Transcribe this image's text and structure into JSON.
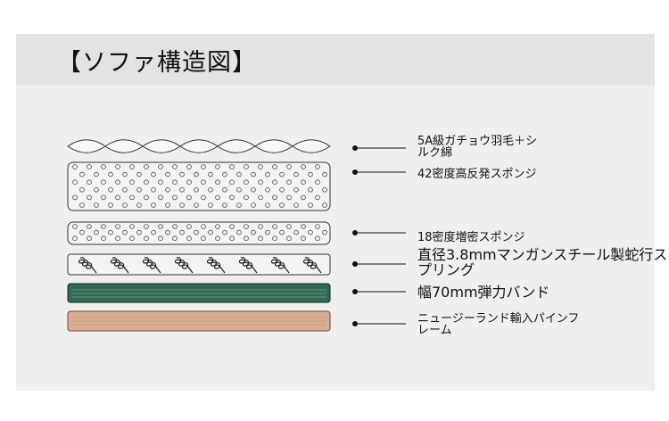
{
  "title": "【ソファ構造図】",
  "layers": [
    {
      "id": "feather",
      "label_lines": [
        "5A級ガチョウ羽毛＋シ",
        "ルク綿"
      ],
      "size": "small"
    },
    {
      "id": "foam42",
      "label_lines": [
        "42密度高反発スポンジ"
      ],
      "size": "small"
    },
    {
      "id": "foam18",
      "label_lines": [
        "18密度増密スポンジ"
      ],
      "size": "small"
    },
    {
      "id": "spring",
      "label_lines": [
        "直径3.8mmマンガンスチール製蛇行ス",
        "プリング"
      ],
      "size": "big"
    },
    {
      "id": "band",
      "label_lines": [
        "幅70mm弾力バンド"
      ],
      "size": "big"
    },
    {
      "id": "frame",
      "label_lines": [
        "ニュージーランド輸入パインフ",
        "レーム"
      ],
      "size": "small"
    }
  ],
  "colors": {
    "band": "#2f6b53",
    "frame": "#d7ae92",
    "outline": "#333333"
  }
}
